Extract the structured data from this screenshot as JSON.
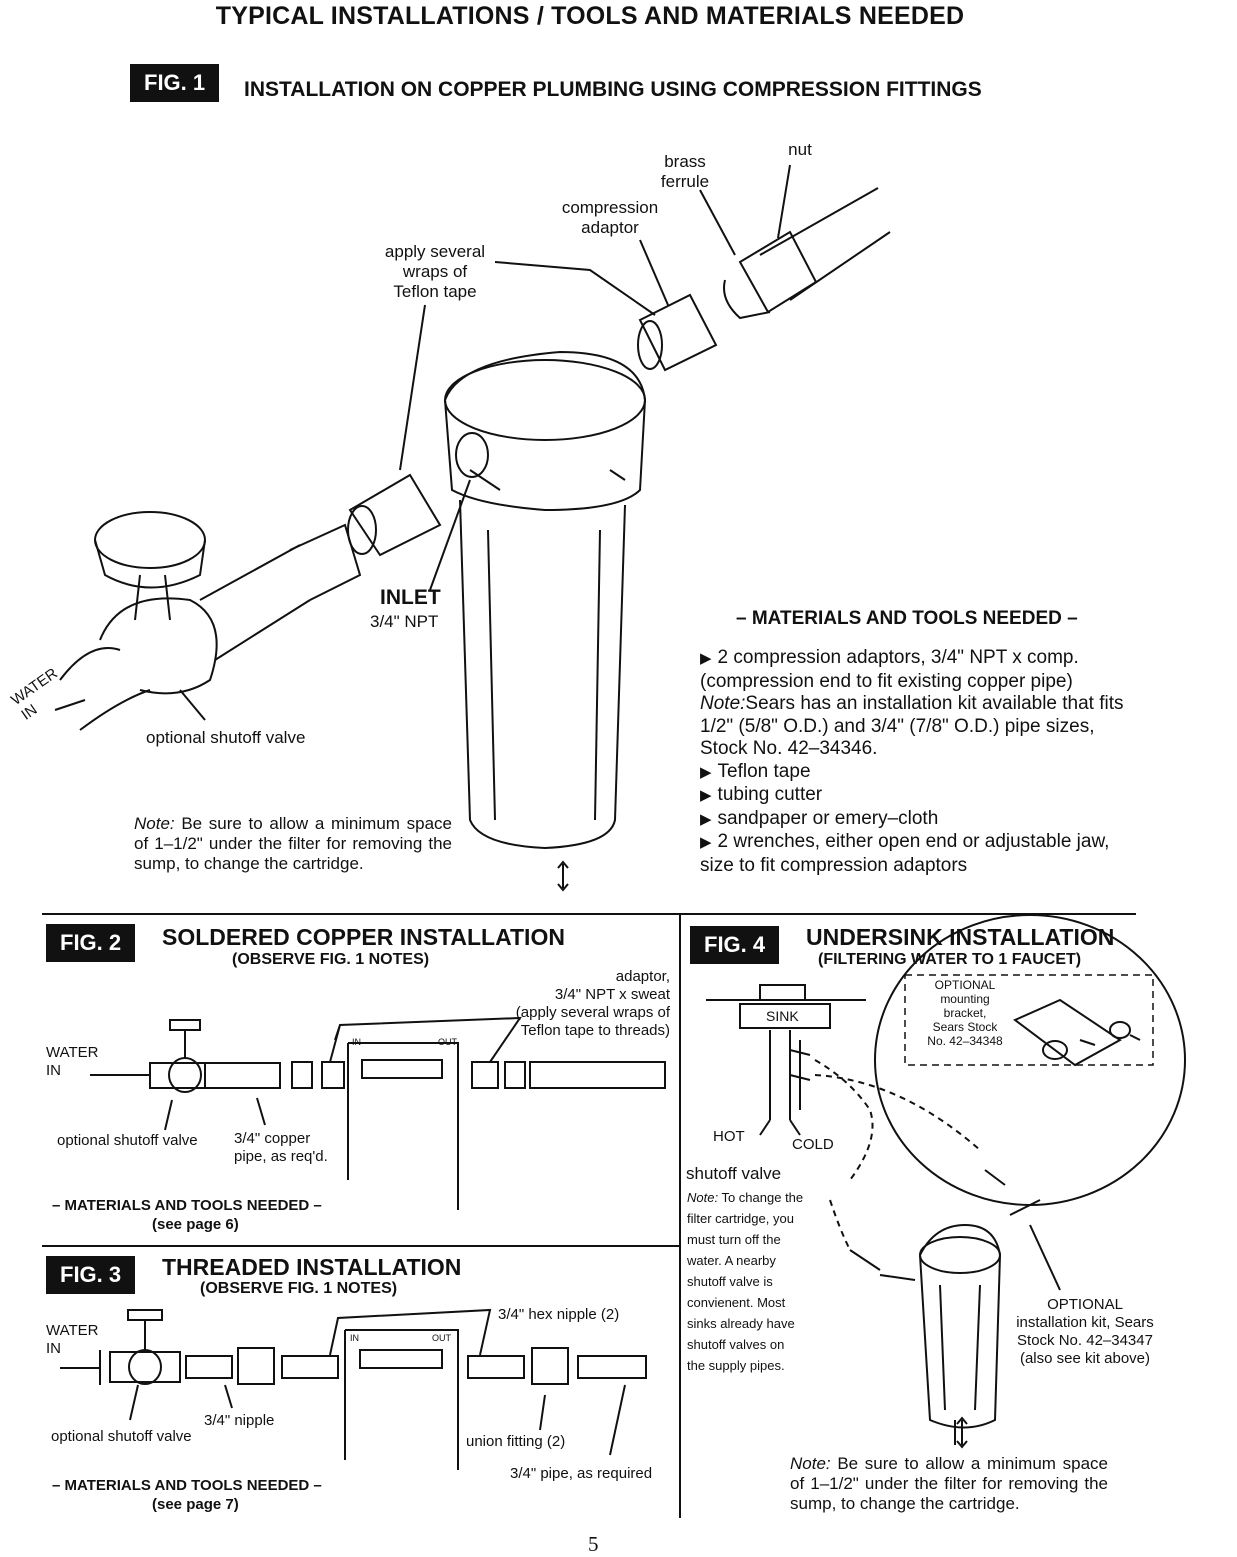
{
  "page": {
    "title": "TYPICAL INSTALLATIONS / TOOLS AND MATERIALS NEEDED",
    "page_number": "5"
  },
  "fig1": {
    "tag": "FIG. 1",
    "heading": "INSTALLATION ON COPPER PLUMBING USING COMPRESSION FITTINGS",
    "labels": {
      "nut": "nut",
      "brass_ferrule": "brass\nferrule",
      "compression_adaptor": "compression\nadaptor",
      "teflon": "apply several\nwraps of\nTeflon tape",
      "inlet": "INLET",
      "inlet_size": "3/4\" NPT",
      "water_in": "WATER\nIN",
      "shutoff": "optional shutoff valve"
    },
    "note_label": "Note:",
    "note_text": "Be sure to allow a minimum space of 1–1/2\" under the filter for removing the sump, to change the cartridge.",
    "materials_heading": "– MATERIALS AND TOOLS NEEDED –",
    "materials": [
      "2 compression adaptors, 3/4\" NPT x comp. (compression end to fit existing copper pipe)",
      "Teflon tape",
      "tubing cutter",
      "sandpaper or emery–cloth",
      "2 wrenches, either open end or adjustable jaw, size to fit compression adaptors"
    ],
    "materials_note_label": "Note:",
    "materials_note": "Sears has an installation kit available that fits 1/2\" (5/8\" O.D.) and 3/4\" (7/8\" O.D.) pipe sizes, Stock No. 42–34346."
  },
  "fig2": {
    "tag": "FIG. 2",
    "heading": "SOLDERED COPPER INSTALLATION",
    "subheading": "(OBSERVE FIG. 1 NOTES)",
    "labels": {
      "adaptor": "adaptor,\n3/4\" NPT x sweat\n(apply several wraps of\nTeflon tape to threads)",
      "water_in": "WATER\nIN",
      "in": "IN",
      "out": "OUT",
      "shutoff": "optional shutoff valve",
      "copper_pipe": "3/4\" copper\npipe, as req'd."
    },
    "materials_heading": "– MATERIALS AND TOOLS NEEDED –",
    "materials_ref": "(see page 6)"
  },
  "fig3": {
    "tag": "FIG. 3",
    "heading": "THREADED INSTALLATION",
    "subheading": "(OBSERVE FIG. 1 NOTES)",
    "labels": {
      "hex_nipple": "3/4\" hex nipple (2)",
      "water_in": "WATER\nIN",
      "in": "IN",
      "out": "OUT",
      "nipple": "3/4\"  nipple",
      "shutoff": "optional shutoff valve",
      "union": "union  fitting (2)",
      "pipe": "3/4\" pipe, as required"
    },
    "materials_heading": "– MATERIALS AND TOOLS NEEDED –",
    "materials_ref": "(see page 7)"
  },
  "fig4": {
    "tag": "FIG. 4",
    "heading": "UNDERSINK INSTALLATION",
    "subheading": "(FILTERING WATER TO 1 FAUCET)",
    "labels": {
      "optional_bracket": "OPTIONAL\nmounting\nbracket,\nSears Stock\nNo. 42–34348",
      "sink": "SINK",
      "hot": "HOT",
      "cold": "COLD",
      "shutoff": "shutoff valve",
      "optional_kit": "OPTIONAL\ninstallation kit, Sears\nStock No. 42–34347\n(also see kit above)"
    },
    "side_note_label": "Note:",
    "side_note": "To change the filter cartridge, you must turn off the water. A nearby shutoff valve is convienent. Most sinks already have shutoff valves on the supply pipes.",
    "note_label": "Note:",
    "note_text": "Be sure to allow a minimum space of 1–1/2\" under the filter for removing the sump, to change the cartridge."
  }
}
